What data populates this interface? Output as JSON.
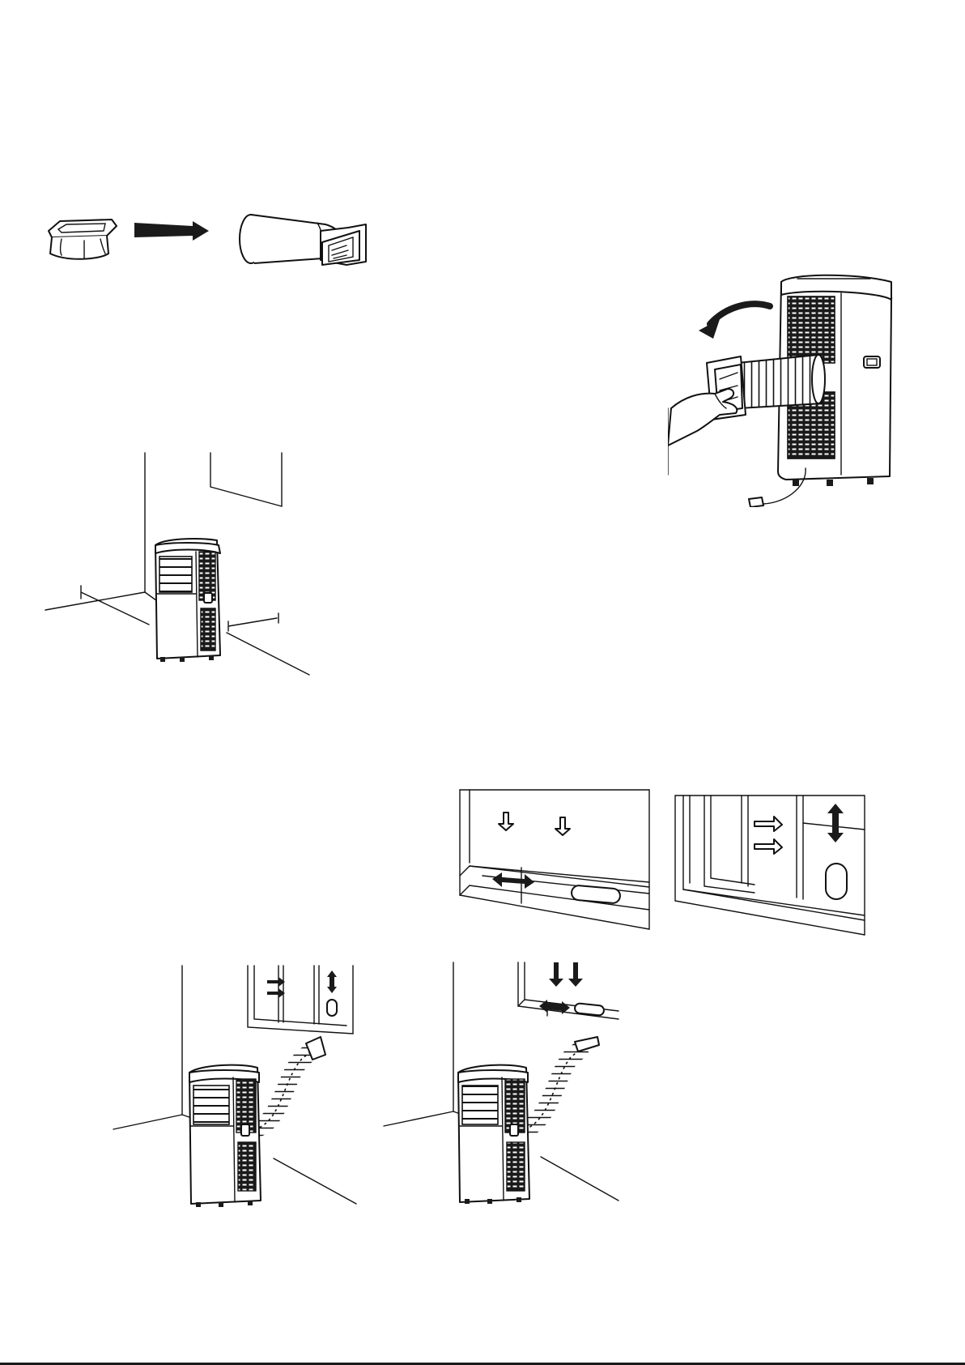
{
  "page": {
    "figures": [
      "adapter-to-hose-illustration",
      "hose-removal-illustration",
      "unit-clearance-illustration",
      "window-slider-horizontal-illustration",
      "window-slider-vertical-illustration",
      "installed-vertical-window-illustration",
      "installed-horizontal-window-illustration"
    ]
  }
}
